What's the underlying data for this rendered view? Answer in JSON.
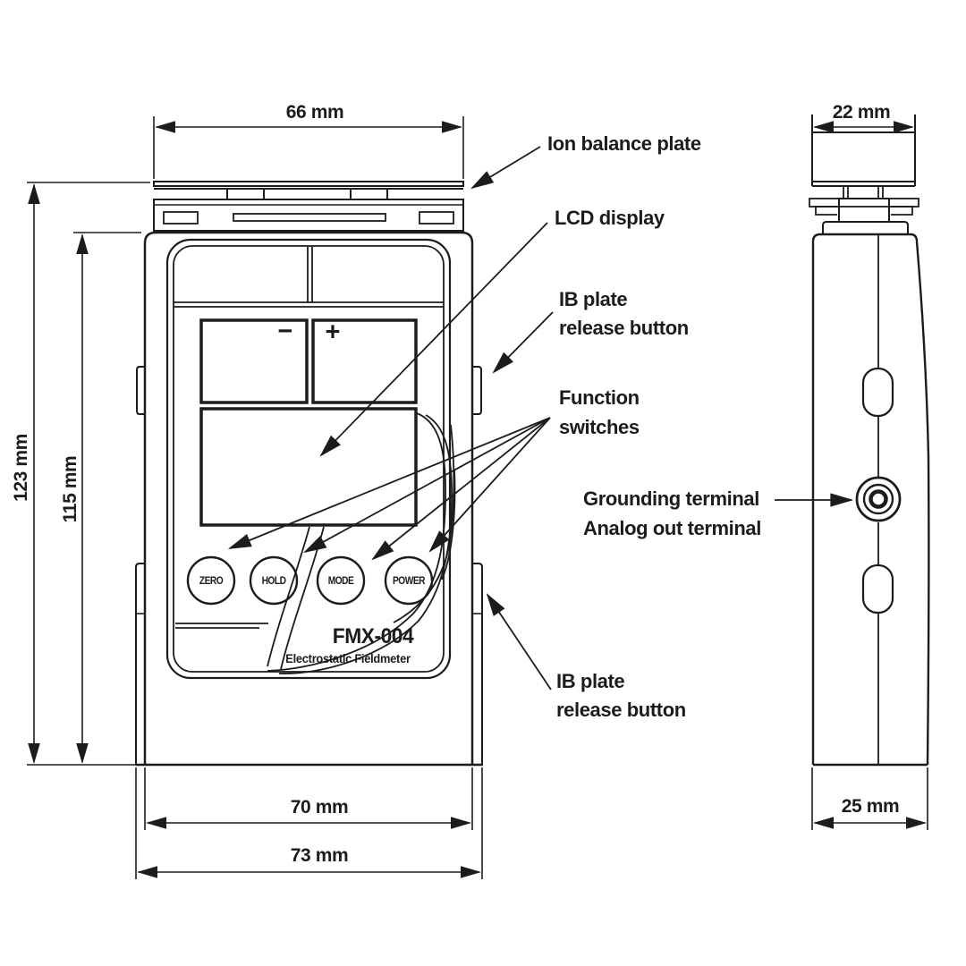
{
  "dimensions": {
    "plate_width": "66 mm",
    "overall_height": "123 mm",
    "body_height": "115 mm",
    "body_width": "70 mm",
    "base_width": "73 mm",
    "side_top_width": "22 mm",
    "side_bottom_width": "25 mm"
  },
  "callouts": {
    "ion_balance_plate": "Ion balance plate",
    "lcd_display": "LCD display",
    "ib_plate_top_line1": "IB plate",
    "ib_plate_top_line2": "release button",
    "function_line1": "Function",
    "function_line2": "switches",
    "grounding_terminal": "Grounding terminal",
    "analog_out_terminal": "Analog out terminal",
    "ib_plate_bottom_line1": "IB plate",
    "ib_plate_bottom_line2": "release button"
  },
  "device": {
    "model": "FMX-004",
    "subtitle": "Electrostatic Fieldmeter",
    "lcd_minus": "−",
    "lcd_plus": "+",
    "buttons": [
      {
        "label": "ZERO"
      },
      {
        "label": "HOLD"
      },
      {
        "label": "MODE"
      },
      {
        "label": "POWER"
      }
    ]
  },
  "colors": {
    "line": "#1c1c1c",
    "background": "#ffffff"
  }
}
